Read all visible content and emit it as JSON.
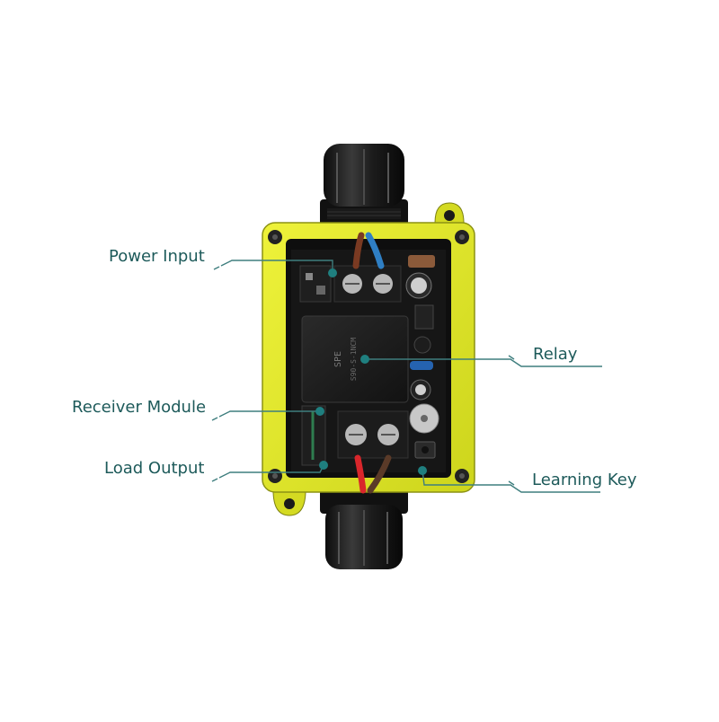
{
  "callouts": {
    "power_input": "Power Input",
    "receiver_module": "Receiver Module",
    "load_output": "Load Output",
    "relay": "Relay",
    "learning_key": "Learning Key"
  },
  "relay_marking": {
    "brand": "SPE",
    "model": "S90-S-1NCM"
  },
  "colors": {
    "enclosure": "#e2ea2a",
    "label_text": "#1d5a5a",
    "leader_line": "#3e7e7e",
    "marker_dot": "#1f7f7f"
  }
}
